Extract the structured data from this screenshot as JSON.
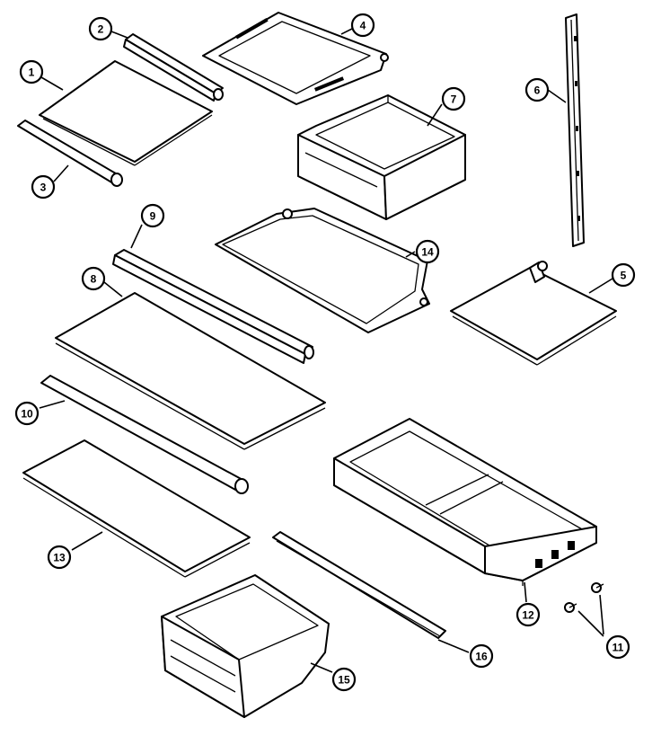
{
  "callouts": {
    "c1": "1",
    "c2": "2",
    "c3": "3",
    "c4": "4",
    "c5": "5",
    "c6": "6",
    "c7": "7",
    "c8": "8",
    "c9": "9",
    "c10": "10",
    "c11": "11",
    "c12": "12",
    "c13": "13",
    "c14": "14",
    "c15": "15",
    "c16": "16"
  },
  "colors": {
    "ink": "#000000",
    "paper": "#ffffff"
  }
}
